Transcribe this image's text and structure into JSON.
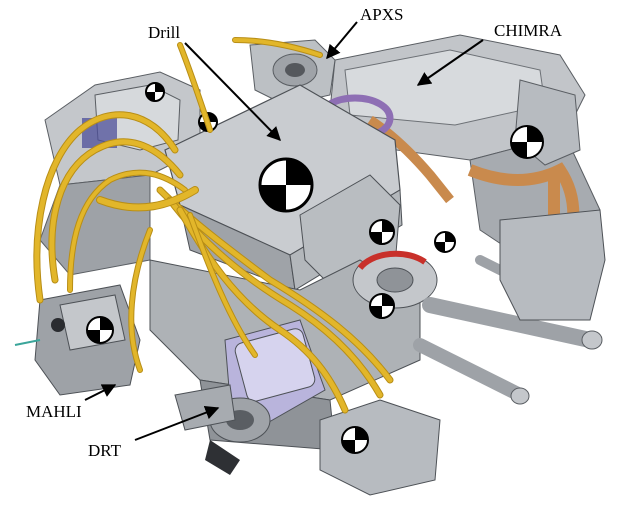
{
  "labels": {
    "drill": "Drill",
    "apxs": "APXS",
    "chimra": "CHIMRA",
    "mahli": "MAHLI",
    "drt": "DRT"
  },
  "colors": {
    "cable": "#e2b62a",
    "cable_dark": "#b88e16",
    "housing": "#bfc2c6",
    "housing_light": "#d9dcdf",
    "housing_dark": "#8d9196",
    "copper": "#c98a4d",
    "purple": "#8e6fb4",
    "red": "#c8302a",
    "blue_tint": "#b9b4dc"
  }
}
